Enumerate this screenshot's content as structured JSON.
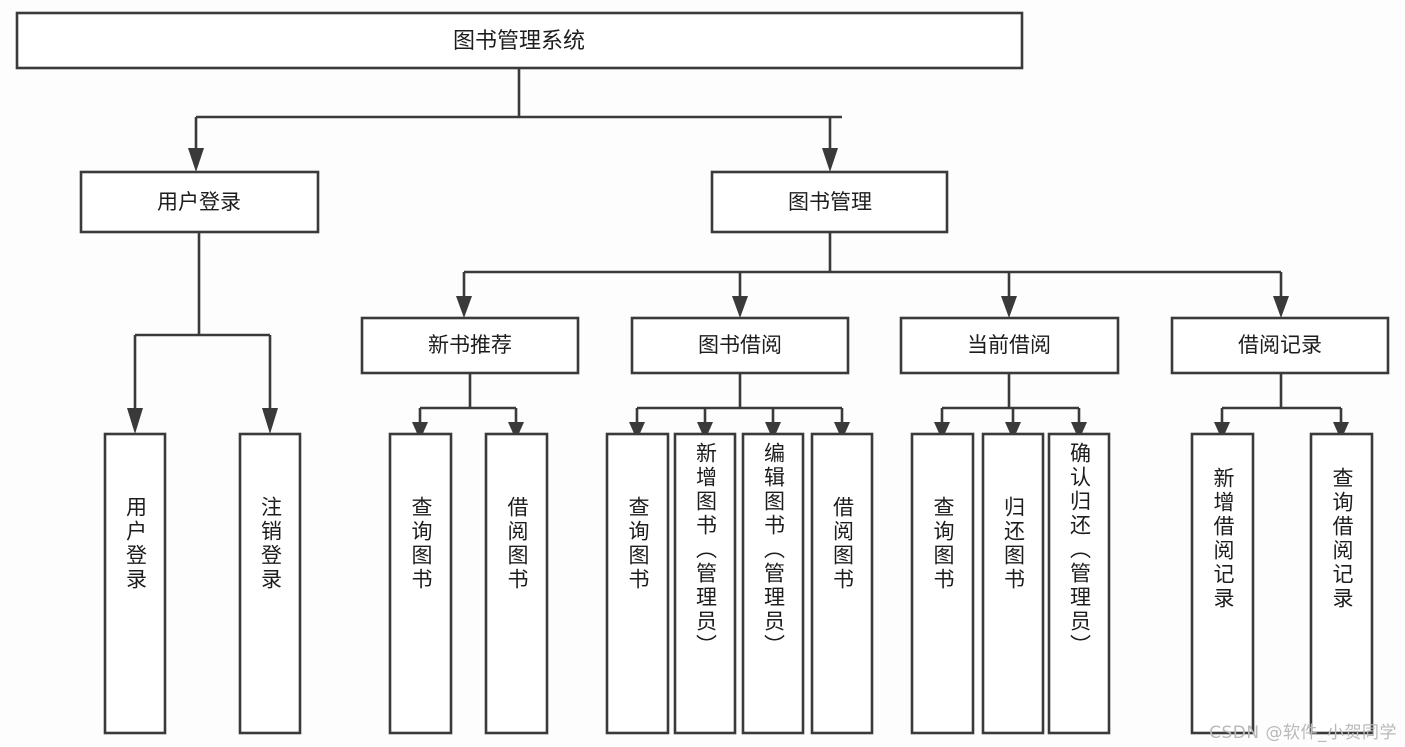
{
  "diagram": {
    "type": "tree",
    "title": "图书管理系统",
    "orientation": "top-down",
    "colors": {
      "box_stroke": "#3a3a3a",
      "box_fill": "#ffffff",
      "text": "#1d1d1d",
      "connector": "#3a3a3a",
      "background": "#fdfdfd",
      "watermark": "#b9b9b9"
    },
    "root": {
      "label": "图书管理系统"
    },
    "level1": [
      {
        "label": "用户登录"
      },
      {
        "label": "图书管理"
      }
    ],
    "level2": [
      {
        "label": "新书推荐"
      },
      {
        "label": "图书借阅"
      },
      {
        "label": "当前借阅"
      },
      {
        "label": "借阅记录"
      }
    ],
    "leaves": [
      {
        "label": "用户登录",
        "parent": "用户登录"
      },
      {
        "label": "注销登录",
        "parent": "用户登录"
      },
      {
        "label": "查询图书",
        "parent": "新书推荐"
      },
      {
        "label": "借阅图书",
        "parent": "新书推荐"
      },
      {
        "label": "查询图书",
        "parent": "图书借阅"
      },
      {
        "label": "新增图书（管理员）",
        "parent": "图书借阅"
      },
      {
        "label": "编辑图书（管理员）",
        "parent": "图书借阅"
      },
      {
        "label": "借阅图书",
        "parent": "图书借阅"
      },
      {
        "label": "查询图书",
        "parent": "当前借阅"
      },
      {
        "label": "归还图书",
        "parent": "当前借阅"
      },
      {
        "label": "确认归还（管理员）",
        "parent": "当前借阅"
      },
      {
        "label": "新增借阅记录",
        "parent": "借阅记录"
      },
      {
        "label": "查询借阅记录",
        "parent": "借阅记录"
      }
    ]
  },
  "watermark": {
    "text": "CSDN @软件_小贺同学"
  }
}
